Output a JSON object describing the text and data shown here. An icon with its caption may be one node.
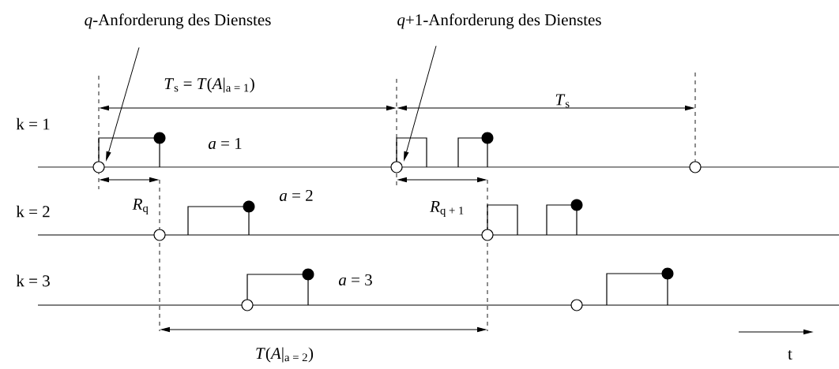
{
  "diagram": {
    "nodes": [
      {
        "text": [
          "*q*-Anforderung des Dienstes"
        ]
      },
      {
        "text": [
          "*q*+1-Anforderung des Dienstes"
        ]
      },
      {
        "text": [],
        "shape": "circle"
      },
      {
        "text": [],
        "shape": "circle"
      },
      {
        "text": [],
        "shape": "circle"
      },
      {
        "text": [],
        "shape": "circle"
      },
      {
        "text": [],
        "shape": "circle"
      },
      {
        "text": [],
        "shape": "circle"
      },
      {
        "text": [],
        "shape": "circle"
      }
    ],
    "edges": [
      {
        "from": 0,
        "to": 2,
        "arrow": "to"
      },
      {
        "from": 1,
        "to": 3,
        "arrow": "to"
      }
    ],
    "labels": [
      "*T*$_{s}$ = *T*(*A*|$_{a = 1}$)",
      "*T*$_{s}$",
      "k = 1",
      "*a* = 1",
      "k = 2",
      "*R*$_{q}$",
      "*a* = 2",
      "*R*$_{q + 1}$",
      "k = 3",
      "*a* = 3",
      "*T*(*A*|$_{a = 2}$)",
      "t"
    ]
  }
}
